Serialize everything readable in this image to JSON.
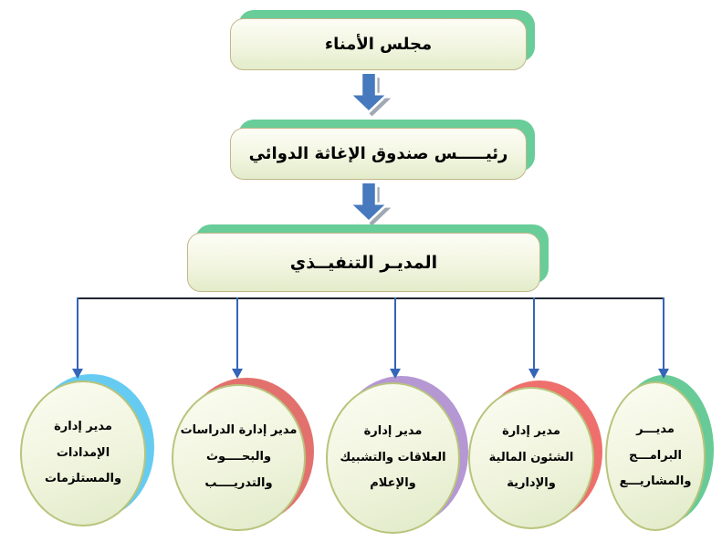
{
  "diagram": {
    "type": "organizational-chart",
    "language": "ar",
    "nodes": {
      "board": {
        "label": "مجلس الأمناء"
      },
      "fund_president": {
        "label": "رئيـــــس صندوق الإغاثة الدوائي"
      },
      "executive_director": {
        "label": "المديـر التنفيــذي"
      }
    },
    "branches": [
      {
        "lines": [
          "مدير إدارة",
          "الإمدادات",
          "والمستلزمات"
        ],
        "accent_color": "#66cbf0"
      },
      {
        "lines": [
          "مدير إدارة الدراسات",
          "والبحــــوث",
          "والتدريــــب"
        ],
        "accent_color": "#e2716e"
      },
      {
        "lines": [
          "مدير إدارة",
          "العلاقات والتشبيك",
          "والإعلام"
        ],
        "accent_color": "#b497d3"
      },
      {
        "lines": [
          "مدير إدارة",
          "الشئون المالية",
          "والإدارية"
        ],
        "accent_color": "#ee6f6c"
      },
      {
        "lines": [
          "مديـــر",
          "البرامـــج",
          "والمشاريـــع"
        ],
        "accent_color": "#68cb97"
      }
    ],
    "colors": {
      "box_shadow_green": "#68cd98",
      "box_border": "#c3b68a",
      "box_fill_top": "#fdfdf6",
      "box_fill_bottom": "#e2ecca",
      "oval_border": "#b9c47c",
      "block_arrow_blue": "#4679bd",
      "connector_line_dark": "#1e2630",
      "connector_arrow_blue": "#3465b8",
      "text_color": "#000000",
      "background": "#ffffff"
    }
  }
}
